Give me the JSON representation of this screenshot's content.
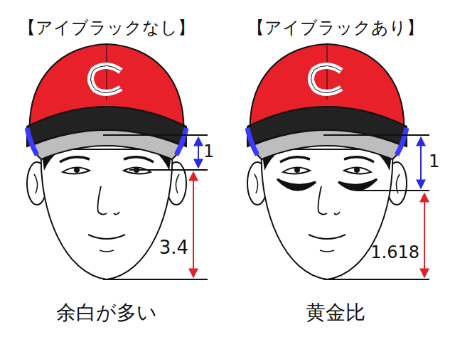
{
  "diagram": {
    "labels": [
      "【アイブラックなし】",
      "【アイブラックあり】",
      "1",
      "3.4",
      "1",
      "1.618",
      "余白が多い",
      "黄金比"
    ]
  }
}
